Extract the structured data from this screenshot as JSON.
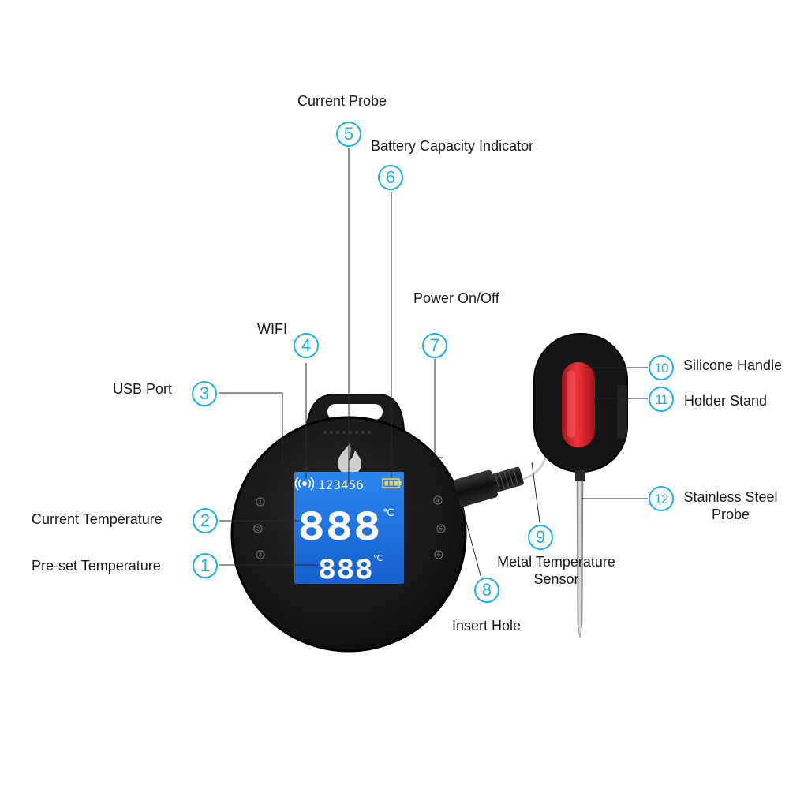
{
  "callouts": [
    {
      "num": "1",
      "label": "Pre-set Temperature"
    },
    {
      "num": "2",
      "label": "Current Temperature"
    },
    {
      "num": "3",
      "label": "USB Port"
    },
    {
      "num": "4",
      "label": "WIFI"
    },
    {
      "num": "5",
      "label": "Current Probe"
    },
    {
      "num": "6",
      "label": "Battery Capacity Indicator"
    },
    {
      "num": "7",
      "label": "Power On/Off"
    },
    {
      "num": "8",
      "label": "Insert Hole"
    },
    {
      "num": "9",
      "label": "Metal Temperature Sensor"
    },
    {
      "num": "10",
      "label": "Silicone Handle"
    },
    {
      "num": "11",
      "label": "Holder Stand"
    },
    {
      "num": "12",
      "label": "Stainless Steel Probe"
    }
  ],
  "display": {
    "probe_numbers": "123456",
    "current_temp": "888",
    "preset_temp": "888",
    "unit": "℃",
    "side_buttons_left": [
      "1",
      "2",
      "3"
    ],
    "side_buttons_right": [
      "4",
      "5",
      "6"
    ]
  },
  "colors": {
    "accent": "#1ab3e8",
    "lcd": "#1e6fe0",
    "device_body": "#151515",
    "handle_red": "#e8242a"
  }
}
